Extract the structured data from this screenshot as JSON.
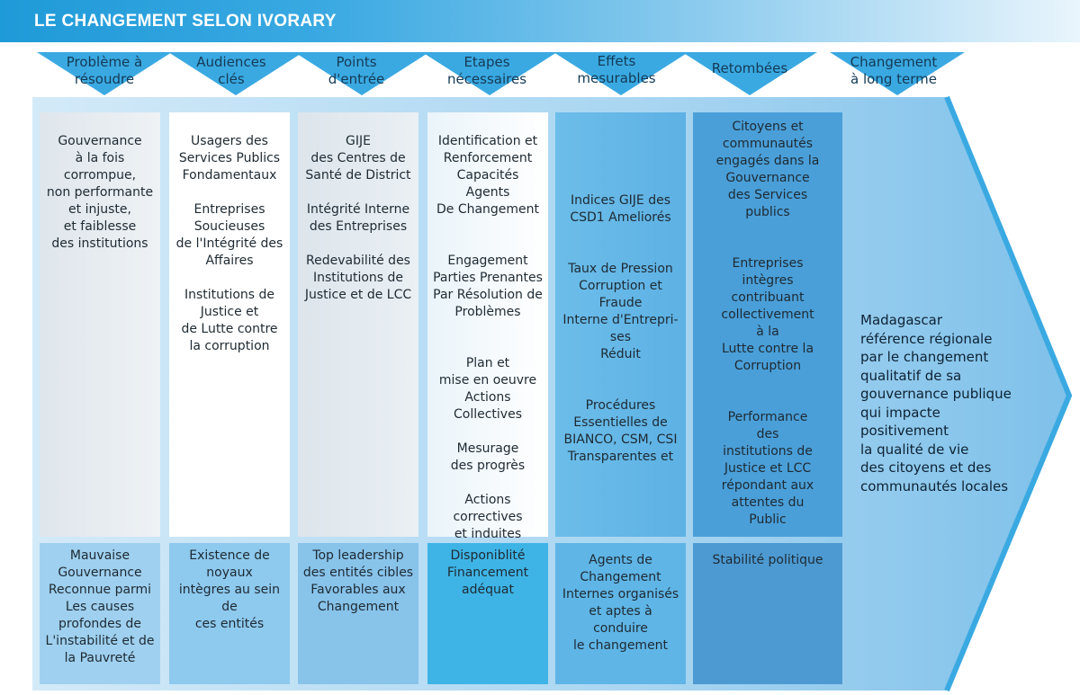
{
  "header": {
    "title": "LE CHANGEMENT SELON IVORARY"
  },
  "stages": [
    {
      "label": "Problème à\nrésoudre"
    },
    {
      "label": "Audiences\nclés"
    },
    {
      "label": "Points\nd'entrée"
    },
    {
      "label": "Etapes\nnécessaires"
    },
    {
      "label": "Effets\nmesurables"
    },
    {
      "label": "Retombées"
    },
    {
      "label": "Changement\nà long terme"
    }
  ],
  "columns": [
    {
      "top": "Gouvernance\nà la fois\ncorrompue,\nnon performante\net injuste,\net  faiblesse\ndes institutions",
      "bottom": "Mauvaise\nGouvernance\nReconnue parmi\nLes causes\nprofondes de\nL'instabilité et de\nla Pauvreté"
    },
    {
      "top": "Usagers des\nServices Publics\nFondamentaux\n\nEntreprises\nSoucieuses\nde l'Intégrité des\nAffaires\n\nInstitutions de\nJustice et\nde Lutte contre\nla corruption",
      "bottom": "Existence de\nnoyaux\nintègres au sein\nde\nces entités"
    },
    {
      "top": "GIJE\ndes Centres de\nSanté de District\n\nIntégrité Interne\ndes Entreprises\n\nRedevabilité des\nInstitutions de\nJustice et de LCC",
      "bottom": "Top leadership\ndes entités cibles\nFavorables aux\nChangement"
    },
    {
      "top": "Identification et\nRenforcement\nCapacités\nAgents\nDe Changement\n\n\nEngagement\nParties Prenantes\nPar Résolution de\nProblèmes\n\n\nPlan et\nmise en oeuvre\nActions Collectives\n\nMesurage\ndes progrès\n\nActions\ncorrectives\net induites",
      "bottom": "Disponiblité\nFinancement\nadéquat"
    },
    {
      "top": "Indices GIJE des\nCSD1 Ameliorés\n\n\nTaux de Pression\nCorruption et\nFraude\nInterne d'Entrepri-\nses\nRéduit\n\n\nProcédures\nEssentielles de\nBIANCO, CSM, CSI\nTransparentes et",
      "bottom": "Agents de\nChangement\nInternes organisés\net aptes à\nconduire\nle changement"
    },
    {
      "top": "Citoyens et\ncommunautés\nengagés dans la\nGouvernance\ndes Services\npublics\n\n\nEntreprises\nintègres\ncontribuant\ncollectivement\nà la\nLutte contre la\nCorruption\n\n\nPerformance\ndes\ninstitutions de\nJustice et LCC\nrépondant aux\nattentes du\nPublic",
      "bottom": "Stabilité politique"
    }
  ],
  "final": {
    "text": "Madagascar\nréférence régionale\npar le changement\nqualitatif de sa\n gouvernance publique\nqui impacte\npositivement\nla qualité de vie\n des citoyens et des\ncommunautés locales"
  },
  "colors": {
    "banner_start": "#1f9ad8",
    "triangle": "#3aa9e2",
    "arrow_body": "#a9d6f1",
    "arrow_tip": "#3aa9e2"
  }
}
